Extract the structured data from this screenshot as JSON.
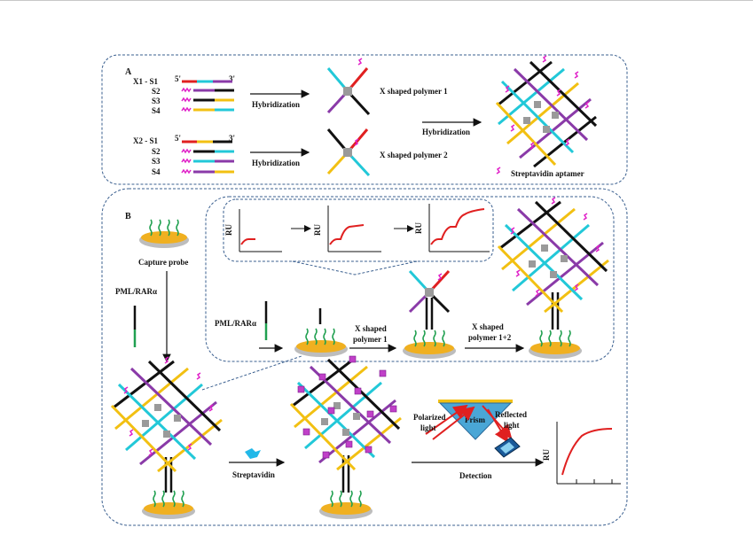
{
  "panelA": {
    "label": "A",
    "row1": {
      "name": "X1 - S1",
      "five": "5'",
      "three": "3'",
      "strands": [
        "S2",
        "S3",
        "S4"
      ]
    },
    "row2": {
      "name": "X2 - S1",
      "five": "5'",
      "three": "3'",
      "strands": [
        "S2",
        "S3",
        "S4"
      ]
    },
    "hyb1": "Hybridization",
    "hyb2": "Hybridization",
    "hyb3": "Hybridization",
    "poly1": "X shaped polymer 1",
    "poly2": "X shaped polymer 2",
    "aptamer": "Streptavidin aptamer"
  },
  "panelB": {
    "label": "B",
    "capture": "Capture probe",
    "pml_left": "PML/RARα",
    "pml_inset": "PML/RARα",
    "xs1a": "X shaped",
    "xs1b": "polymer 1",
    "xs2a": "X  shaped",
    "xs2b": "polymer 1+2",
    "streptavidin": "Streptavidin",
    "polarized1": "Polarized",
    "polarized2": "light",
    "prism": "Prism",
    "reflected1": "Reflected",
    "reflected2": "light",
    "detection": "Detection",
    "ru": "RU"
  },
  "colors": {
    "blue_frame": "#3a5f8f",
    "red": "#e02020",
    "purple": "#8a3aa8",
    "yellow": "#f2c012",
    "cyan": "#22c8d8",
    "black": "#111111",
    "magenta": "#e020c8",
    "green": "#20a050",
    "gold": "#f0b020"
  }
}
